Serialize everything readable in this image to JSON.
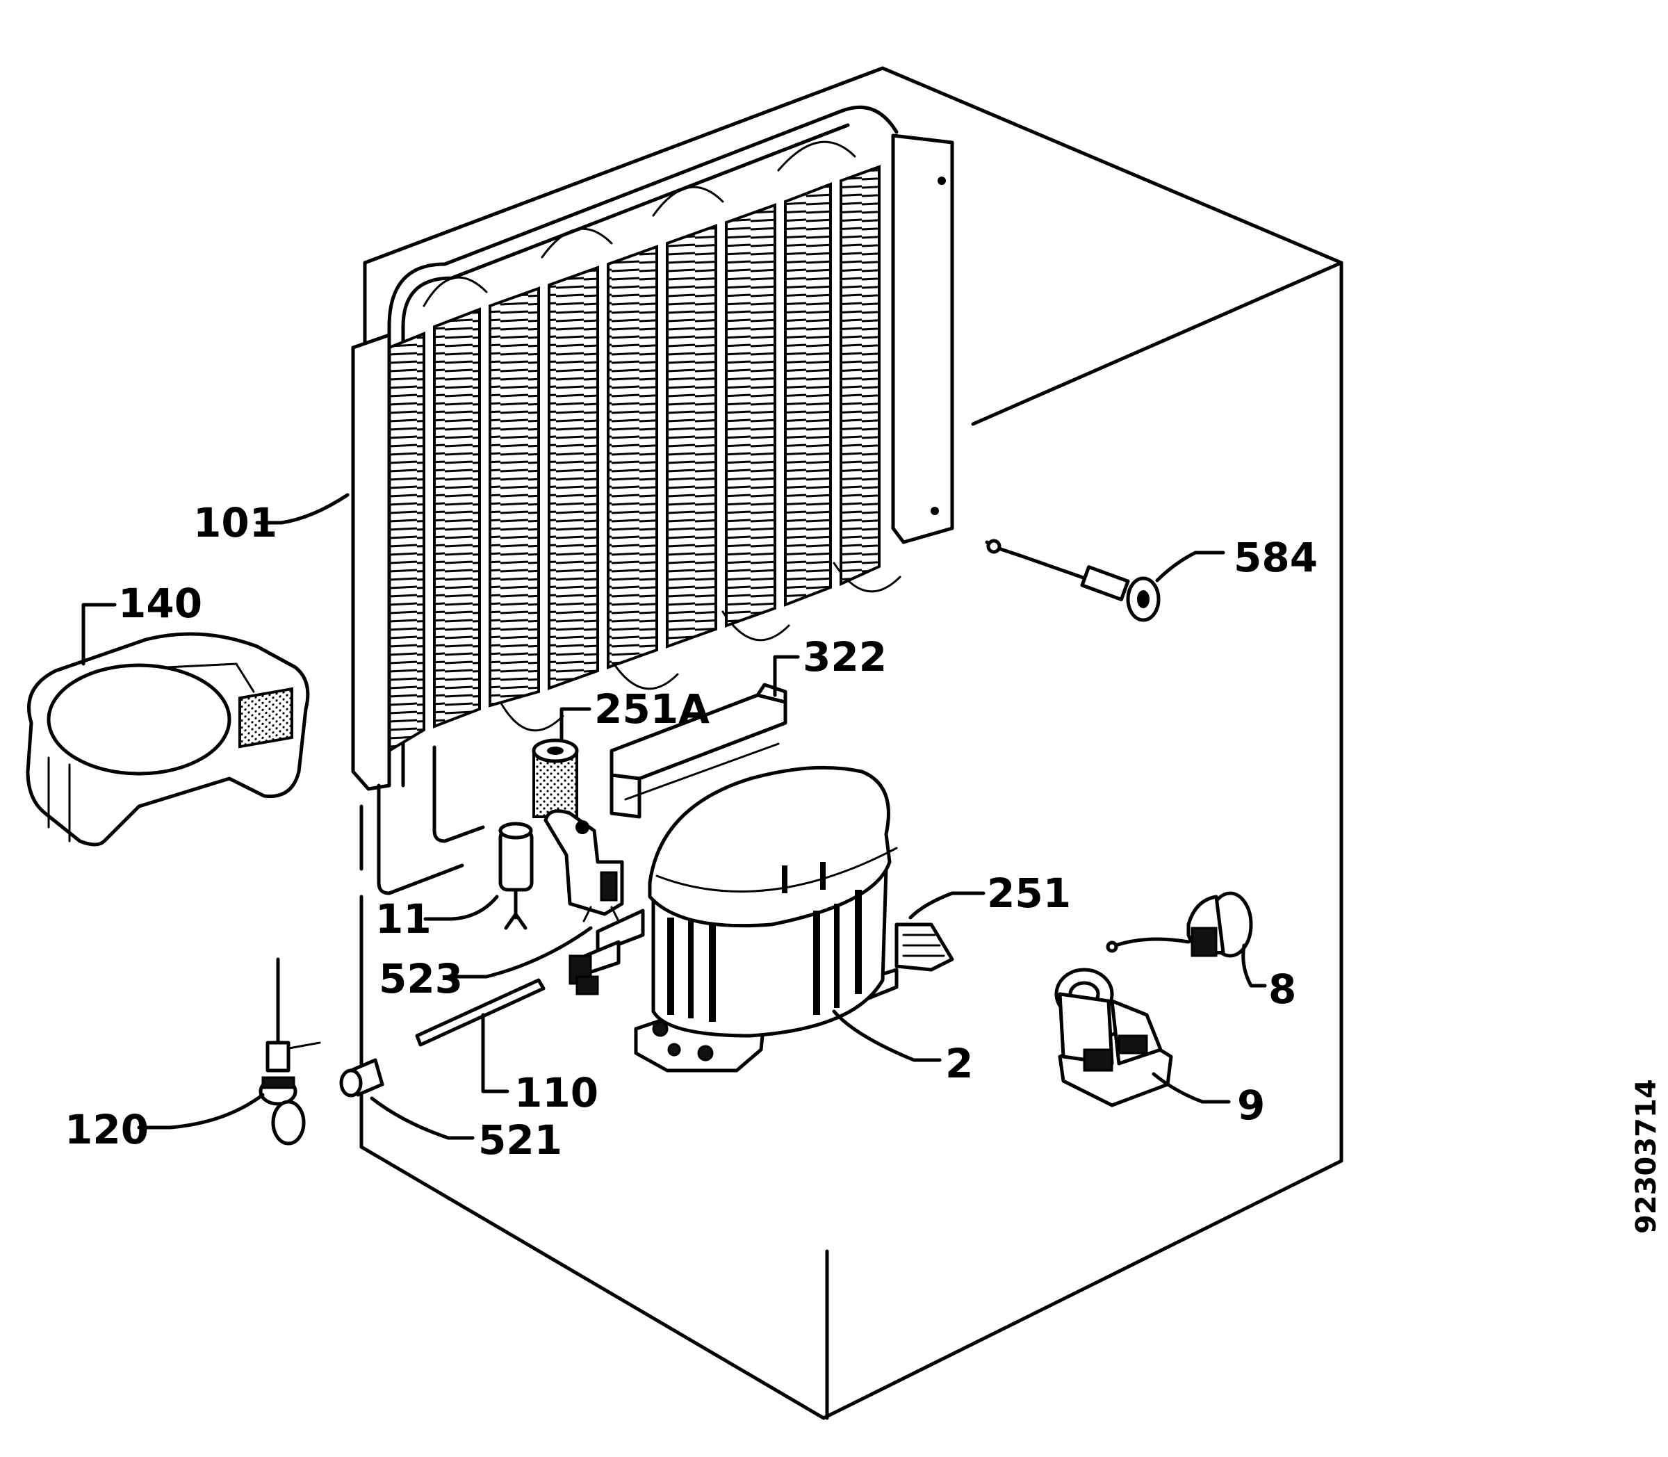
{
  "diagram": {
    "reference_number": "92303714",
    "callouts": [
      {
        "id": "101",
        "label": "101"
      },
      {
        "id": "140",
        "label": "140"
      },
      {
        "id": "584",
        "label": "584"
      },
      {
        "id": "322",
        "label": "322"
      },
      {
        "id": "251A",
        "label": "251A"
      },
      {
        "id": "11",
        "label": "11"
      },
      {
        "id": "251",
        "label": "251"
      },
      {
        "id": "523",
        "label": "523"
      },
      {
        "id": "8",
        "label": "8"
      },
      {
        "id": "2",
        "label": "2"
      },
      {
        "id": "110",
        "label": "110"
      },
      {
        "id": "9",
        "label": "9"
      },
      {
        "id": "120",
        "label": "120"
      },
      {
        "id": "521",
        "label": "521"
      }
    ]
  }
}
